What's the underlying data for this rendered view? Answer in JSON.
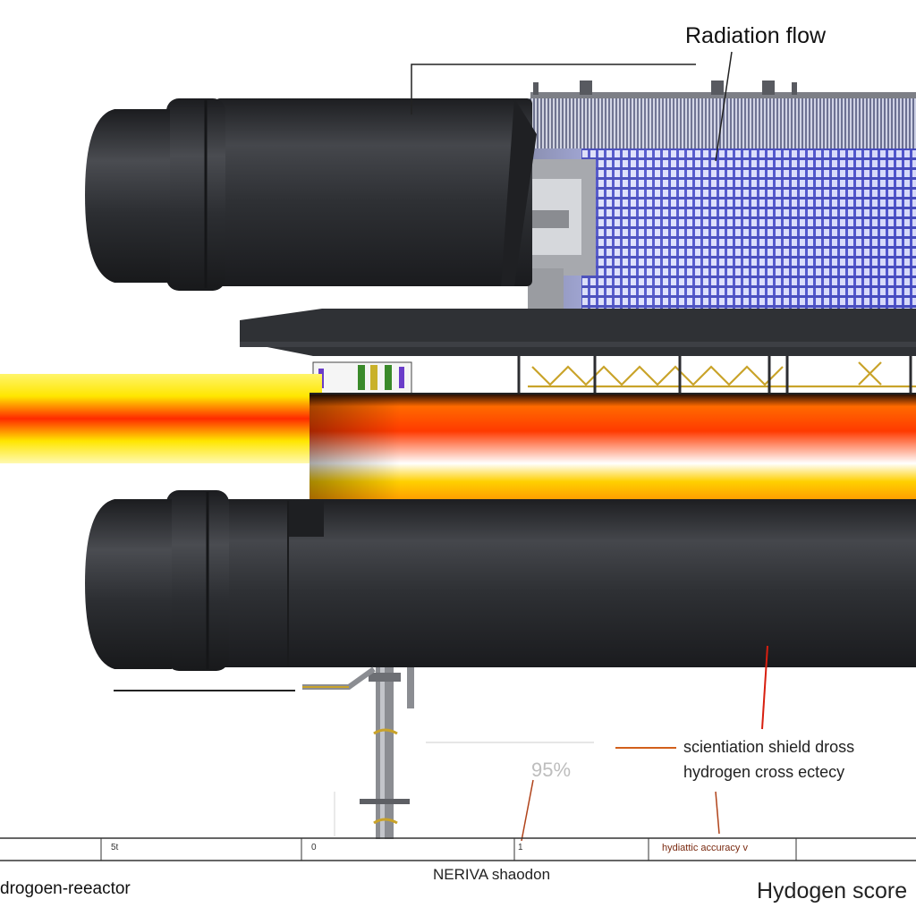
{
  "diagram": {
    "title": "Radiation flow",
    "annotations": {
      "note_line1": "scientiation shield dross",
      "note_line2": "hydrogen cross ectecy",
      "percentage": "95%"
    },
    "scale": {
      "tick1": "5t",
      "tick2": "0",
      "tick3": "1",
      "tick4": "hydiattic accuracy v"
    },
    "labels": {
      "bottom_center": "NERIVA shaodon",
      "bottom_left": "drogoen-reeactor",
      "bottom_right": "Hydogen score"
    }
  },
  "colors": {
    "tube_dark": "#2b2d31",
    "tube_mid": "#3a3c41",
    "grid_blue": "#5b5fd6",
    "beam_yellow": "#ffe600",
    "beam_red": "#ff2a00",
    "beam_orange": "#ff8a00",
    "leader_orange": "#d2601c",
    "leader_red": "#d81f10"
  }
}
